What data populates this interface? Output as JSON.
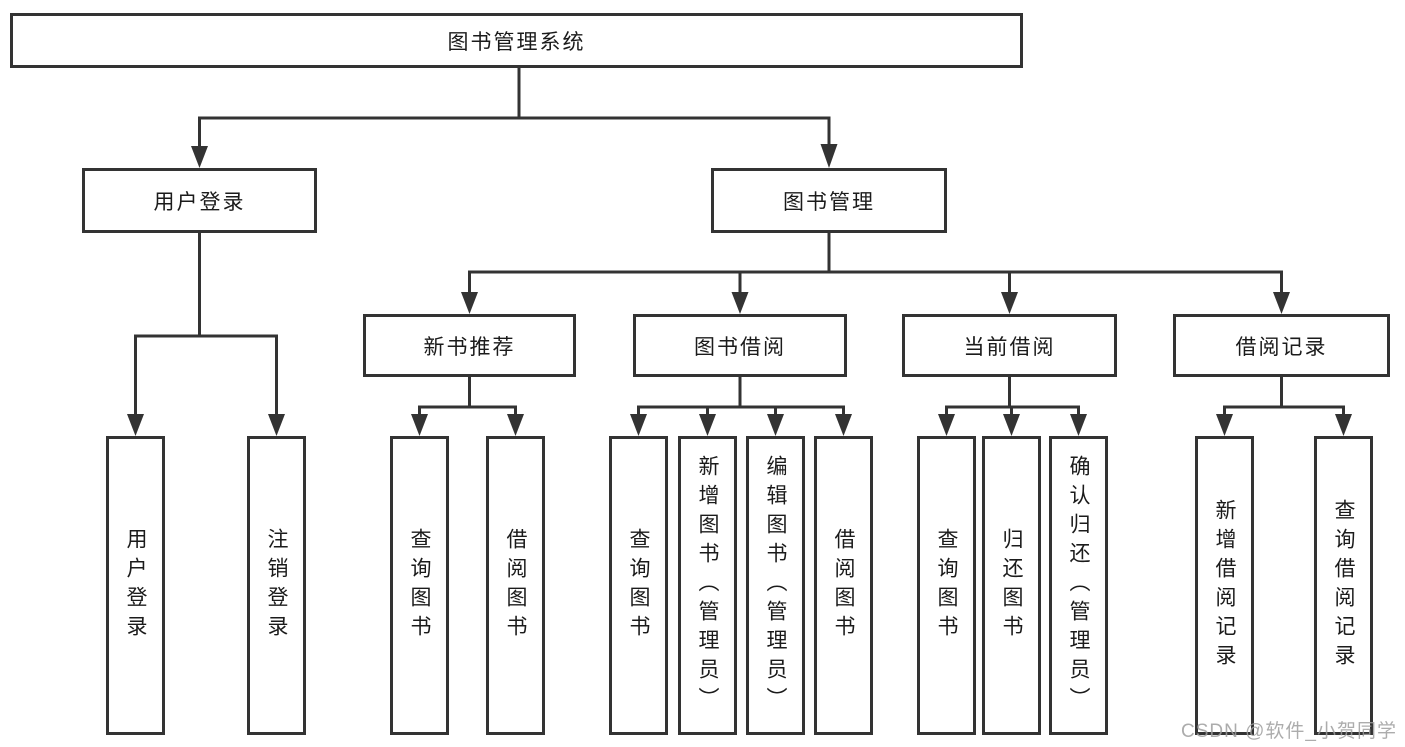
{
  "diagram": {
    "root": "图书管理系统",
    "level2": {
      "user_login": "用户登录",
      "book_management": "图书管理"
    },
    "level3": {
      "new_book_recommend": "新书推荐",
      "book_borrowing": "图书借阅",
      "current_borrowing": "当前借阅",
      "borrowing_records": "借阅记录"
    },
    "leaves": {
      "user_login": [
        "用户登录",
        "注销登录"
      ],
      "new_book_recommend": [
        "查询图书",
        "借阅图书"
      ],
      "book_borrowing": [
        "查询图书",
        "新增图书（管理员）",
        "编辑图书（管理员）",
        "借阅图书"
      ],
      "current_borrowing": [
        "查询图书",
        "归还图书",
        "确认归还（管理员）"
      ],
      "borrowing_records": [
        "新增借阅记录",
        "查询借阅记录"
      ]
    }
  },
  "watermark": "CSDN @软件_小贺同学",
  "colors": {
    "line": "#333333",
    "box_border": "#333333",
    "box_fill": "#ffffff",
    "text": "#1b1b1b",
    "watermark": "#9e9e9e"
  }
}
